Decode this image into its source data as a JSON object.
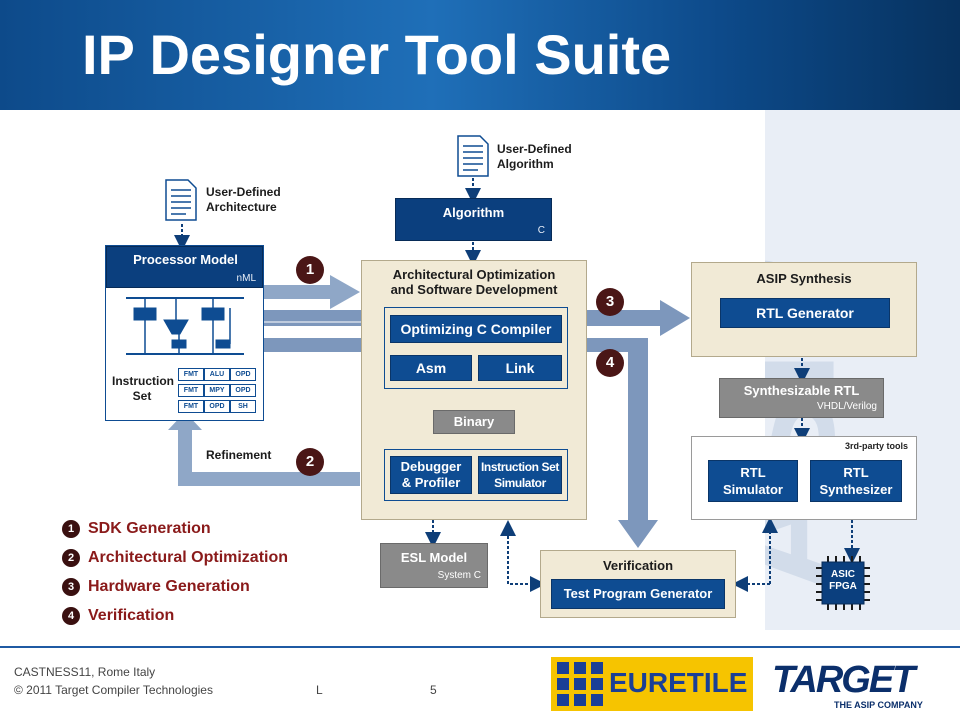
{
  "title": "IP Designer Tool Suite",
  "watermark": "ASIP",
  "inputs": {
    "architecture": [
      "User-Defined",
      "Architecture"
    ],
    "algorithm_doc": [
      "User-Defined",
      "Algorithm"
    ]
  },
  "processor_model": {
    "title": "Processor Model",
    "lang": "nML",
    "instruction_set": [
      "Instruction",
      "Set"
    ],
    "cells": [
      [
        "FMT",
        "ALU",
        "OPD"
      ],
      [
        "FMT",
        "MPY",
        "OPD"
      ],
      [
        "FMT",
        "OPD",
        "SH"
      ]
    ]
  },
  "algorithm_box": {
    "title": "Algorithm",
    "lang": "C"
  },
  "arch_opt": {
    "title": [
      "Architectural Optimization",
      "and Software Development"
    ],
    "compiler": "Optimizing C Compiler",
    "asm": "Asm",
    "link": "Link",
    "binary": "Binary",
    "debugger": [
      "Debugger",
      "& Profiler"
    ],
    "iss": [
      "Instruction Set",
      "Simulator"
    ]
  },
  "refinement": "Refinement",
  "asip_synthesis": {
    "title": "ASIP Synthesis",
    "rtl_generator": "RTL Generator"
  },
  "synth_rtl": {
    "title": "Synthesizable RTL",
    "lang": "VHDL/Verilog"
  },
  "third_party": {
    "label": "3rd-party tools",
    "rtl_sim": [
      "RTL",
      "Simulator"
    ],
    "rtl_synth": [
      "RTL",
      "Synthesizer"
    ]
  },
  "chip": [
    "ASIC",
    "FPGA"
  ],
  "esl": {
    "title": "ESL Model",
    "lang": "System C"
  },
  "verification": {
    "title": "Verification",
    "generator": "Test Program Generator"
  },
  "badges": [
    "1",
    "2",
    "3",
    "4"
  ],
  "legend": [
    {
      "num": "1",
      "text": "SDK Generation"
    },
    {
      "num": "2",
      "text": "Architectural Optimization"
    },
    {
      "num": "3",
      "text": "Hardware Generation"
    },
    {
      "num": "4",
      "text": "Verification"
    }
  ],
  "footer": {
    "event": "CASTNESS11,  Rome Italy",
    "copyright": "© 2011 Target Compiler Technologies",
    "mark": "L",
    "page": "5"
  },
  "logos": {
    "euretile": "EURETILE",
    "target": "TARGET",
    "target_tagline": "THE ASIP COMPANY"
  },
  "colors": {
    "banner": "#0d4a8a",
    "box_blue": "#0e4c92",
    "cream": "#f1ead6",
    "legend_red": "#8a1a1a",
    "euretile_yellow": "#f6c400"
  }
}
